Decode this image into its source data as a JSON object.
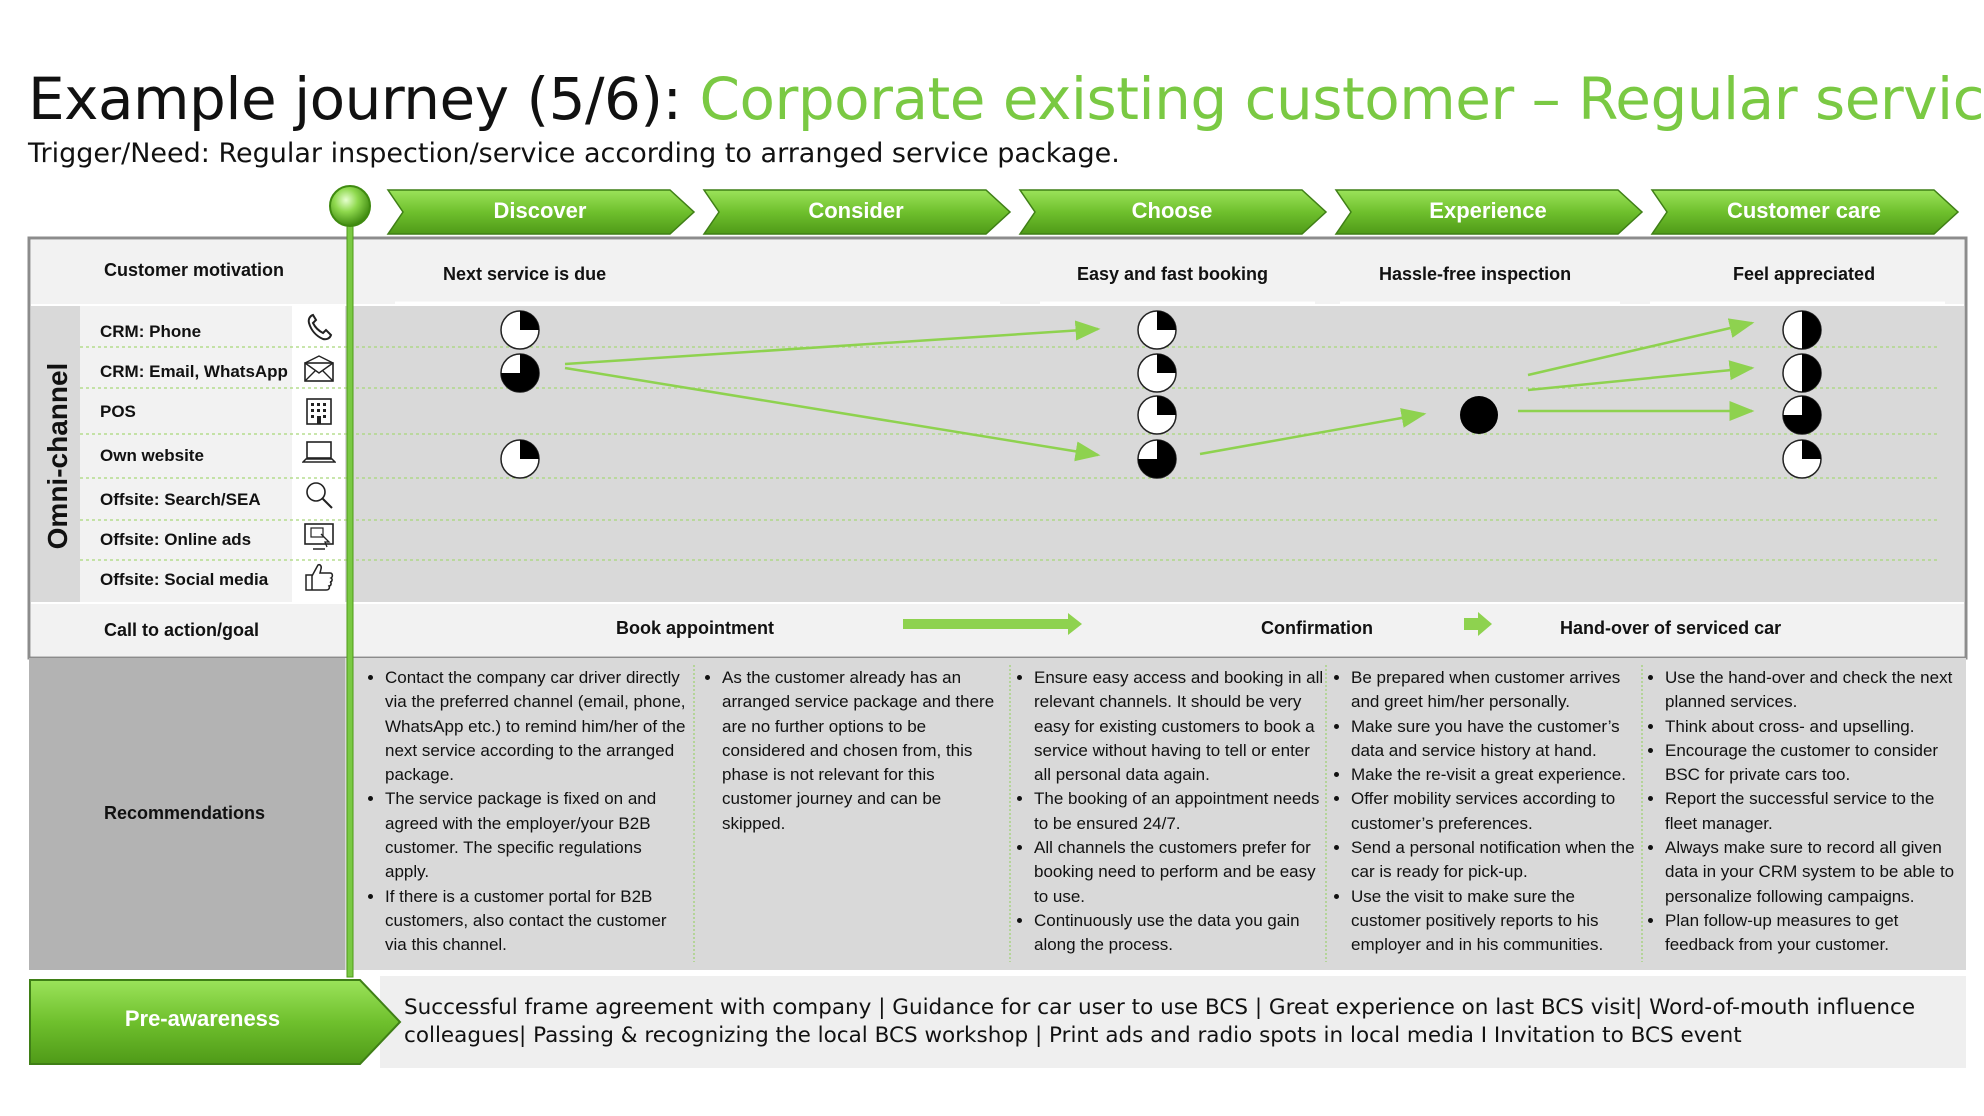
{
  "title_black": "Example journey (5/6): ",
  "title_green": "Corporate existing customer – Regular service",
  "subtitle": "Trigger/Need: Regular inspection/service according to arranged service package.",
  "phases": [
    "Discover",
    "Consider",
    "Choose",
    "Experience",
    "Customer care"
  ],
  "motivation": {
    "label": "Customer motivation",
    "items": [
      "Next service is due",
      "Easy and fast booking",
      "Hassle-free inspection",
      "Feel appreciated"
    ]
  },
  "omni_label": "Omni-channel",
  "channels": [
    {
      "label": "CRM: Phone",
      "icon": "phone-icon"
    },
    {
      "label": "CRM: Email, WhatsApp",
      "icon": "envelope-icon"
    },
    {
      "label": "POS",
      "icon": "building-icon"
    },
    {
      "label": "Own website",
      "icon": "laptop-icon"
    },
    {
      "label": "Offsite: Search/SEA",
      "icon": "magnifier-icon"
    },
    {
      "label": "Offsite: Online ads",
      "icon": "monitor-ad-icon"
    },
    {
      "label": "Offsite: Social media",
      "icon": "thumbs-up-icon"
    }
  ],
  "harvey": {
    "discover": [
      {
        "channel": "CRM: Phone",
        "fill": 0.25
      },
      {
        "channel": "CRM: Email, WhatsApp",
        "fill": 0.75
      },
      {
        "channel": "Own website",
        "fill": 0.25
      }
    ],
    "choose": [
      {
        "channel": "CRM: Phone",
        "fill": 0.25
      },
      {
        "channel": "CRM: Email, WhatsApp",
        "fill": 0.25
      },
      {
        "channel": "POS",
        "fill": 0.25
      },
      {
        "channel": "Own website",
        "fill": 0.75
      }
    ],
    "experience": [
      {
        "channel": "POS",
        "fill": 1.0
      }
    ],
    "customer_care": [
      {
        "channel": "CRM: Phone",
        "fill": 0.5
      },
      {
        "channel": "CRM: Email, WhatsApp",
        "fill": 0.5
      },
      {
        "channel": "POS",
        "fill": 0.75
      },
      {
        "channel": "Own website",
        "fill": 0.25
      }
    ]
  },
  "cta": {
    "label": "Call to action/goal",
    "items": [
      "Book appointment",
      "Confirmation",
      "Hand-over of serviced car"
    ]
  },
  "recommendations": {
    "label": "Recommendations",
    "columns": [
      [
        "Contact the company car driver directly via the preferred channel (email, phone, WhatsApp etc.) to remind him/her of the next service according to the arranged package.",
        "The service package is fixed on and agreed with the employer/your B2B customer. The specific regulations apply.",
        "If there is a customer portal for B2B customers, also contact the customer via this channel."
      ],
      [
        "As the customer already has an arranged service package and there are no further options to be considered and chosen from, this phase is not relevant for this customer journey and can be skipped."
      ],
      [
        "Ensure easy access and booking in all relevant channels. It should be very easy for existing customers to book a service without having to tell or enter all personal data again.",
        "The booking of an appointment needs to be ensured 24/7.",
        "All channels the customers prefer for booking need to perform and be easy to use.",
        "Continuously use the data you gain along the process."
      ],
      [
        "Be prepared when customer arrives and greet him/her personally.",
        "Make sure you have the customer’s data and service history at hand.",
        "Make the re-visit a great experience.",
        "Offer mobility services according to customer’s preferences.",
        "Send a personal notification when the car is ready for pick-up.",
        "Use the visit to make sure the customer positively reports to his employer and in his communities."
      ],
      [
        "Use the hand-over and check the next planned services.",
        "Think about cross- and upselling.",
        "Encourage the customer to consider BSC for private cars too.",
        "Report the successful service to the fleet manager.",
        "Always make sure to record all given data in your CRM system to be able to personalize following campaigns.",
        "Plan follow-up measures to get feedback from your customer."
      ]
    ]
  },
  "pre_awareness": {
    "label": "Pre-awareness",
    "text": "Successful frame agreement with company | Guidance for car user to use BCS | Great experience on last BCS visit| Word-of-mouth influence colleagues| Passing & recognizing the local BCS workshop | Print ads and radio spots in local media I Invitation to BCS event"
  },
  "colors": {
    "green": "#7ac943",
    "dark_green": "#4d8f1e",
    "grey_band": "#d9d9d9",
    "rec_band": "#b8b8b8"
  }
}
